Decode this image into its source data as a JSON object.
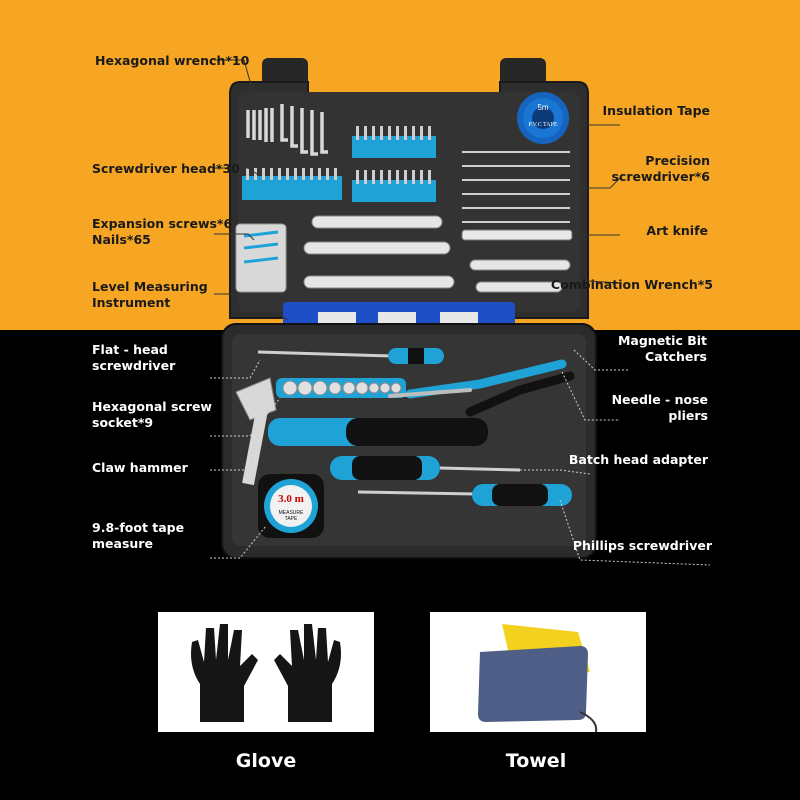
{
  "colors": {
    "top_background": "#F6A623",
    "bottom_background": "#000000",
    "case": "#2b2b2b",
    "accent_blue": "#1FA3D6",
    "level_blue": "#1E4FC7"
  },
  "labels_left": [
    {
      "id": "hex-wrench",
      "text": "Hexagonal wrench*10"
    },
    {
      "id": "screwdriver-head",
      "text": "Screwdriver head*30"
    },
    {
      "id": "expansion-screws",
      "text": "Expansion screws*6\nNails*65"
    },
    {
      "id": "level",
      "text": "Level Measuring\nInstrument"
    },
    {
      "id": "flat-head",
      "text": "Flat - head\nscrewdriver"
    },
    {
      "id": "hex-socket",
      "text": "Hexagonal screw\nsocket*9"
    },
    {
      "id": "claw-hammer",
      "text": "Claw hammer"
    },
    {
      "id": "tape-measure",
      "text": "9.8-foot tape\nmeasure"
    }
  ],
  "labels_right": [
    {
      "id": "insulation-tape",
      "text": "Insulation Tape"
    },
    {
      "id": "precision-screwdriver",
      "text": "Precision\nscrewdriver*6"
    },
    {
      "id": "art-knife",
      "text": "Art knife"
    },
    {
      "id": "combination-wrench",
      "text": "Combination Wrench*5"
    },
    {
      "id": "magnetic-bit-catchers",
      "text": "Magnetic Bit\nCatchers"
    },
    {
      "id": "needle-nose-pliers",
      "text": "Needle - nose\npliers"
    },
    {
      "id": "batch-head-adapter",
      "text": "Batch head adapter"
    },
    {
      "id": "phillips-screwdriver",
      "text": "Phillips screwdriver"
    }
  ],
  "product_text": {
    "tape_size": "5m",
    "tape_brand": "P.V.C TAPE",
    "measure_size": "3.0 m",
    "measure_label": "MEASURE\nTAPE"
  },
  "extras": [
    {
      "id": "glove",
      "caption": "Glove"
    },
    {
      "id": "towel",
      "caption": "Towel"
    }
  ]
}
